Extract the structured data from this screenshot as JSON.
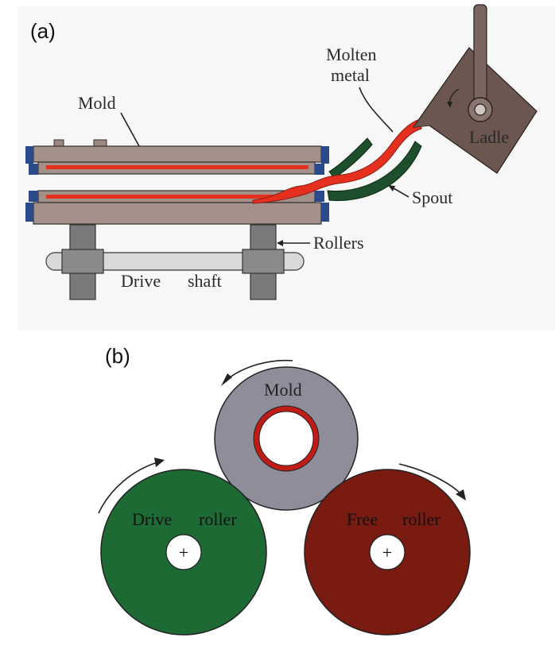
{
  "panel_a": {
    "tag": "(a)",
    "labels": {
      "mold": "Mold",
      "molten_metal_line1": "Molten",
      "molten_metal_line2": "metal",
      "ladle": "Ladle",
      "spout": "Spout",
      "rollers": "Rollers",
      "drive_shaft_word1": "Drive",
      "drive_shaft_word2": "shaft"
    }
  },
  "panel_b": {
    "tag": "(b)",
    "labels": {
      "mold": "Mold",
      "drive_roller_word1": "Drive",
      "drive_roller_word2": "roller",
      "free_roller_word1": "Free",
      "free_roller_word2": "roller",
      "center_mark": "+"
    }
  },
  "colors": {
    "mold_body": "#a39189",
    "mold_cross_section": "#8e8d9a",
    "molten_metal": "#e5301f",
    "spout": "#1d4f2c",
    "ladle": "#6b5650",
    "roller": "#7c7c7c",
    "shaft": "#d6d6d6",
    "end_cap": "#2a4a8c",
    "drive_roller": "#1d6a35",
    "free_roller": "#7a1b12"
  }
}
